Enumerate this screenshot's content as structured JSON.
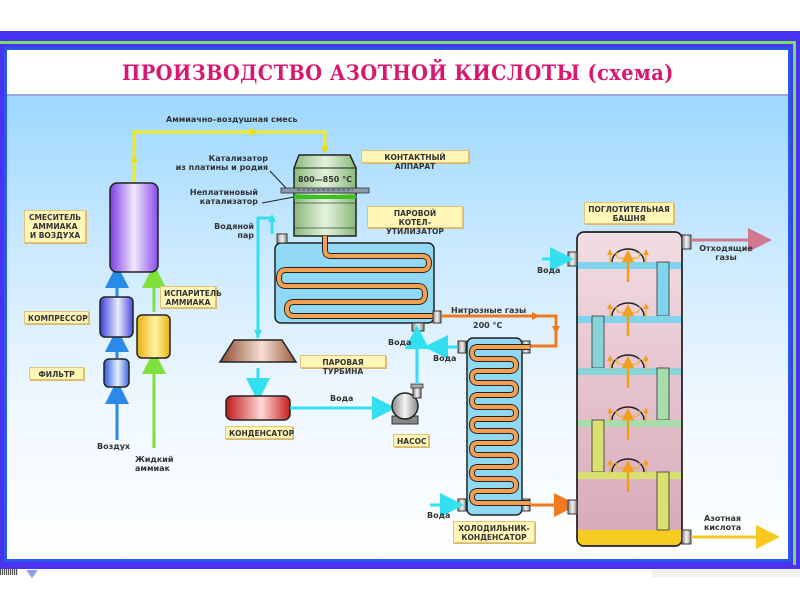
{
  "title": "ПРОИЗВОДСТВО АЗОТНОЙ КИСЛОТЫ (схема)",
  "colors": {
    "frame": "#4a33f0",
    "title": "#d81870",
    "air_line": "#2a8ae8",
    "ammonia_line": "#7ee03a",
    "mixture_line": "#f0ea20",
    "water_line": "#33e0f0",
    "gas_line": "#f07a20",
    "waste_gas_line": "#d07a90",
    "acid_line": "#f6c820",
    "label_bg": "#fff6b8"
  },
  "equipment_labels": {
    "mixer": "СМЕСИТЕЛЬ\nАММИАКА\nИ ВОЗДУХА",
    "compressor": "КОМПРЕССОР",
    "filter": "ФИЛЬТР",
    "evaporator": "ИСПАРИТЕЛЬ\nАММИАКА",
    "contact_apparatus": "КОНТАКТНЫЙ АППАРАТ",
    "boiler": "ПАРОВОЙ\nКОТЕЛ–УТИЛИЗАТОР",
    "turbine": "ПАРОВАЯ ТУРБИНА",
    "condenser": "КОНДЕНСАТОР",
    "pump": "НАСОС",
    "cooler": "ХОЛОДИЛЬНИК-\nКОНДЕНСАТОР",
    "absorber": "ПОГЛОТИТЕЛЬНАЯ\nБАШНЯ"
  },
  "stream_labels": {
    "mixture": "Аммиачно–воздушная смесь",
    "catalyst_pt": "Катализатор\nиз платины и родия",
    "catalyst_non_pt": "Неплатиновый\nкатализатор",
    "steam": "Водяной\nпар",
    "temperature_contact": "800—850 °С",
    "nitrous_gases": "Нитрозные газы",
    "temperature_gases": "200 °С",
    "water_boiler": "Вода",
    "water_cooler_out": "Вода",
    "water_condenser": "Вода",
    "water_cooler_in": "Вода",
    "water_absorber": "Вода",
    "waste_gases": "Отходящие\nгазы",
    "nitric_acid": "Азотная\nкислота",
    "air": "Воздух",
    "liquid_ammonia": "Жидкий\nаммиак"
  }
}
